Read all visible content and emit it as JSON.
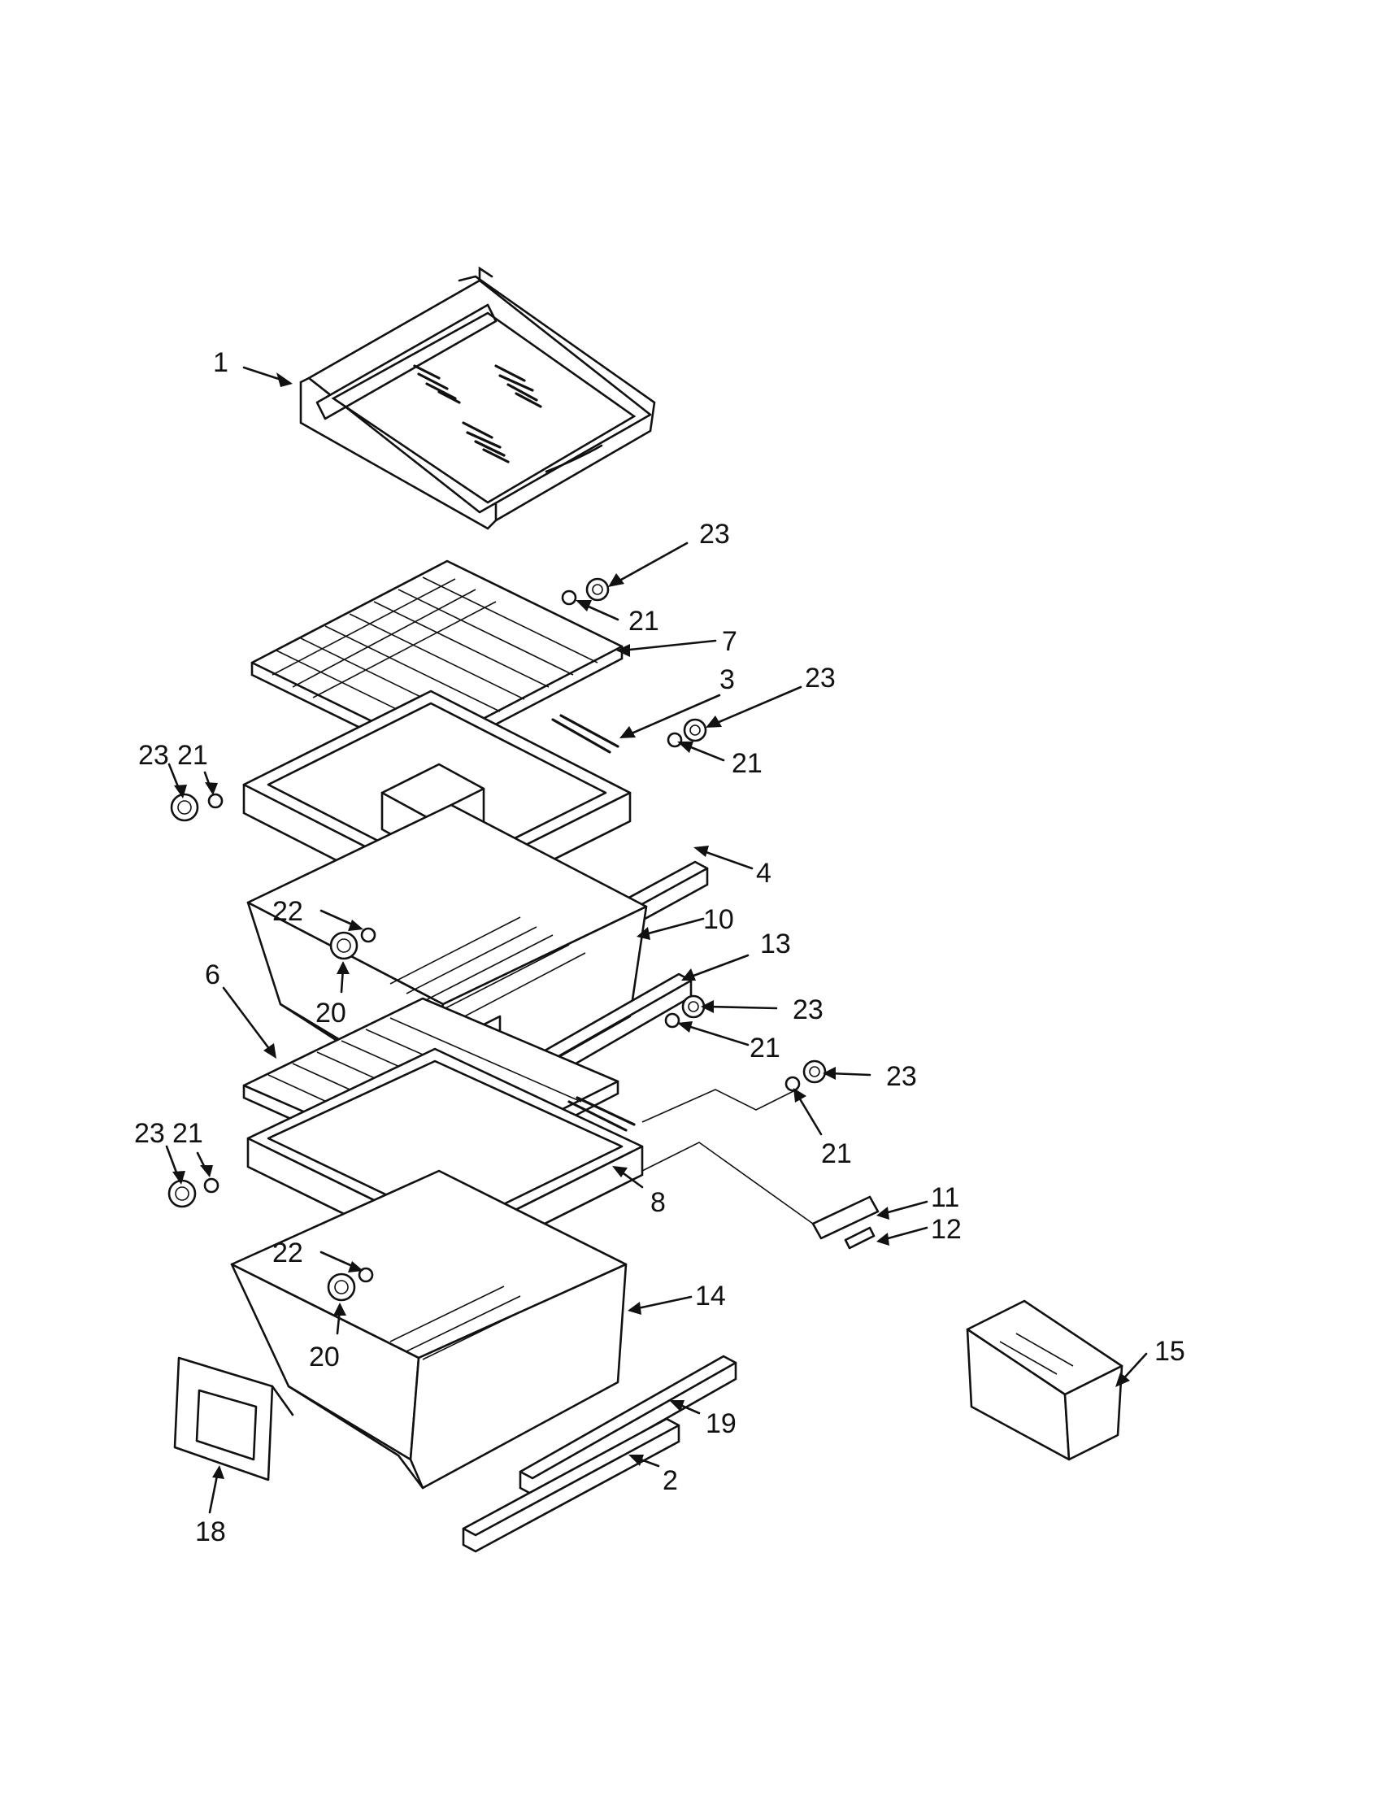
{
  "colors": {
    "ink": "#111111",
    "paper": "#ffffff"
  },
  "callouts": [
    {
      "id": "1",
      "text": "1"
    },
    {
      "id": "23a",
      "text": "23"
    },
    {
      "id": "21a",
      "text": "21"
    },
    {
      "id": "7",
      "text": "7"
    },
    {
      "id": "3",
      "text": "3"
    },
    {
      "id": "23b",
      "text": "23"
    },
    {
      "id": "21b",
      "text": "21"
    },
    {
      "id": "23c",
      "text": "23"
    },
    {
      "id": "21c",
      "text": "21"
    },
    {
      "id": "4",
      "text": "4"
    },
    {
      "id": "22a",
      "text": "22"
    },
    {
      "id": "10",
      "text": "10"
    },
    {
      "id": "13",
      "text": "13"
    },
    {
      "id": "20a",
      "text": "20"
    },
    {
      "id": "6",
      "text": "6"
    },
    {
      "id": "23d",
      "text": "23"
    },
    {
      "id": "21d",
      "text": "21"
    },
    {
      "id": "23e",
      "text": "23"
    },
    {
      "id": "21e",
      "text": "21"
    },
    {
      "id": "23f",
      "text": "23"
    },
    {
      "id": "21f",
      "text": "21"
    },
    {
      "id": "8",
      "text": "8"
    },
    {
      "id": "11",
      "text": "11"
    },
    {
      "id": "12",
      "text": "12"
    },
    {
      "id": "22b",
      "text": "22"
    },
    {
      "id": "14",
      "text": "14"
    },
    {
      "id": "20b",
      "text": "20"
    },
    {
      "id": "15",
      "text": "15"
    },
    {
      "id": "19",
      "text": "19"
    },
    {
      "id": "2",
      "text": "2"
    },
    {
      "id": "18",
      "text": "18"
    }
  ]
}
